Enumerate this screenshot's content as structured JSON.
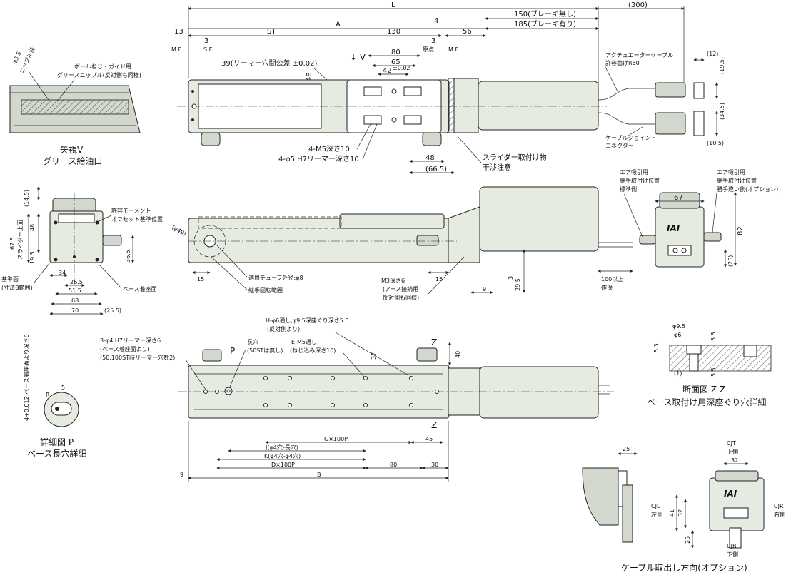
{
  "top": {
    "L": "L",
    "p300": "(300)",
    "p150": "150(ブレーキ無し)",
    "p185": "185(ブレーキ有り)",
    "n13": "13",
    "n3a": "3",
    "ST": "ST",
    "A": "A",
    "n130": "130",
    "n4": "4",
    "n3b": "3",
    "n56": "56",
    "ME1": "M.E.",
    "SE": "S.E.",
    "genten": "原点",
    "ME2": "M.E.",
    "arrowV": "↓ V",
    "n80": "80",
    "n65": "65",
    "n42": "42",
    "n42tol": "±0.02",
    "reamer39": "39(リーマー穴間公差 ±0.02)",
    "n48": "48",
    "m5": "4-M5深さ10",
    "phi5": "4-φ5 H7リーマー深さ10",
    "n48b": "48",
    "n665": "(66.5)",
    "slider1": "スライダー取付け物",
    "slider2": "干渉注意",
    "act1": "アクチュエーターケーブル",
    "act2": "許容曲げR50",
    "cj1": "ケーブルジョイント",
    "cj2": "コネクター",
    "c12": "(12)",
    "c195": "(19.5)",
    "c345": "(34.5)",
    "c105": "(10.5)"
  },
  "grease": {
    "phi35": "φ3.5",
    "nipple": "ニップル径",
    "label1": "ボールねじ・ガイド用",
    "label2": "グリースニップル(反対側も同様)",
    "title1": "矢視V",
    "title2": "グリース給油口"
  },
  "end": {
    "n145": "(14.5)",
    "n48": "48",
    "n675": "67.5",
    "slider_top": "スライダー上面",
    "n195": "19.5",
    "n365": "36.5",
    "kijun1": "基準面",
    "kijun2": "(寸法B範囲)",
    "n34": "34",
    "n265": "26.5",
    "n515": "51.5",
    "n68": "68",
    "n70": "70",
    "n255": "(25.5)",
    "moment1": "許容モーメント",
    "moment2": "オフセット基準位置",
    "base_mount": "ベース着座面"
  },
  "side": {
    "phi49": "(φ49)",
    "n15a": "15",
    "n15b": "15",
    "tube": "適用チューブ外径:φ8",
    "joint": "継手回転範囲",
    "m3a": "M3深さ6",
    "m3b": "(アース接続用",
    "m3c": "反対側も同様)",
    "n9": "9",
    "n3": "3",
    "n295": "29.5",
    "n100a": "100以上",
    "n100b": "確保"
  },
  "air": {
    "left1": "エア吸引用",
    "left2": "継手取付け位置",
    "left3": "標準側",
    "right1": "エア吸引用",
    "right2": "継手取付け位置",
    "right3": "勝手違い側(オプション)",
    "n67": "67",
    "n82": "82",
    "n25": "(25)",
    "logo": "IAI"
  },
  "bottom": {
    "H1": "H-φ6通し,φ9.5深座ぐり深さ5.5",
    "H2": "(反対側より)",
    "phi4a": "3-φ4 H7リーマー深さ6",
    "phi4b": "(ベース着座面より)",
    "phi4c": "(50,100ST時リーマー穴数2)",
    "P": "P",
    "long1": "長穴",
    "long2": "(50STは無し)",
    "E1": "E-M5通し",
    "E2": "(ねじ込み深さ10)",
    "n37": "37",
    "n40": "40",
    "Z1": "Z",
    "Z2": "Z",
    "G": "G×100P",
    "n45": "45",
    "J": "J(φ4穴-長穴)",
    "K": "K(φ4穴-φ4穴)",
    "D": "D×100P",
    "n80": "80",
    "n30": "30",
    "n9": "9",
    "B": "B"
  },
  "detailP": {
    "side": "4+0.012 ベース着座面より深さ6",
    "n5": "5",
    "R": "R",
    "title1": "詳細図 P",
    "title2": "ベース長穴詳細"
  },
  "section": {
    "phi95": "φ9.5",
    "phi6": "φ6",
    "n55a": "5.5",
    "n53": "5.3",
    "n55b": "5.5",
    "n1": "(1)",
    "title1": "断面図 Z-Z",
    "title2": "ベース取付け用深座ぐり穴詳細"
  },
  "cable": {
    "n25a": "25",
    "n25b": "25",
    "CJT1": "CJT",
    "CJT2": "上側",
    "n32a": "32",
    "n32b": "32",
    "n41": "41",
    "CJL1": "CJL",
    "CJL2": "左側",
    "CJR1": "CJR",
    "CJR2": "右側",
    "CJB1": "CJB",
    "CJB2": "下側",
    "logo": "IAI",
    "title": "ケーブル取出し方向(オプション)"
  }
}
